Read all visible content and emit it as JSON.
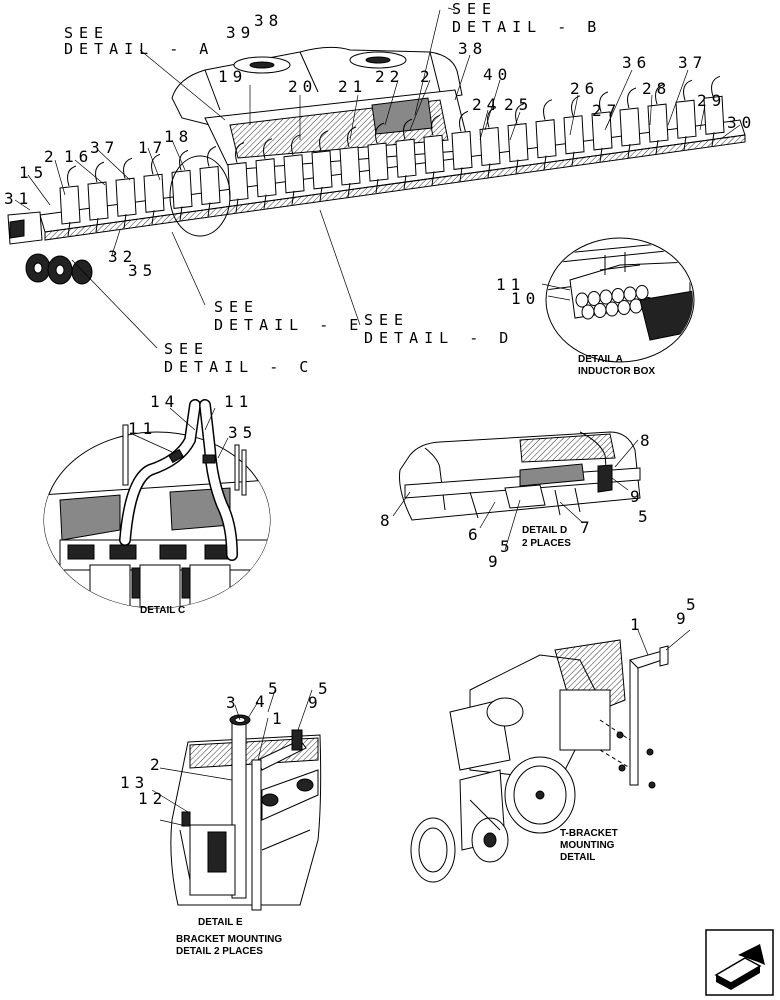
{
  "detail_callouts": {
    "a": [
      "SEE",
      "DETAIL - A"
    ],
    "b": [
      "SEE",
      "DETAIL - B"
    ],
    "c": [
      "SEE",
      "DETAIL - C"
    ],
    "d": [
      "SEE",
      "DETAIL - D"
    ],
    "e": [
      "SEE",
      "DETAIL - E"
    ]
  },
  "captions": {
    "detail_a": [
      "DETAIL A",
      "INDUCTOR BOX"
    ],
    "detail_c": "DETAIL C",
    "detail_d": [
      "DETAIL D",
      "2 PLACES"
    ],
    "detail_e": [
      "DETAIL E",
      "BRACKET MOUNTING",
      "DETAIL 2 PLACES"
    ],
    "tbracket": [
      "T-BRACKET",
      "MOUNTING",
      "DETAIL"
    ]
  },
  "parts_main": [
    "39",
    "38",
    "19",
    "20",
    "21",
    "22",
    "2",
    "38",
    "40",
    "24",
    "25",
    "26",
    "36",
    "27",
    "28",
    "37",
    "29",
    "30",
    "15",
    "2",
    "16",
    "37",
    "17",
    "18",
    "31",
    "32",
    "35"
  ],
  "parts_detail_a": [
    "11",
    "10"
  ],
  "parts_detail_c": [
    "14",
    "11",
    "11",
    "35"
  ],
  "parts_detail_d": [
    "8",
    "8",
    "9",
    "5",
    "6",
    "7",
    "9",
    "5"
  ],
  "parts_detail_e": [
    "3",
    "4",
    "5",
    "9",
    "5",
    "1",
    "2",
    "13",
    "12"
  ],
  "parts_tbracket": [
    "1",
    "9",
    "5"
  ]
}
